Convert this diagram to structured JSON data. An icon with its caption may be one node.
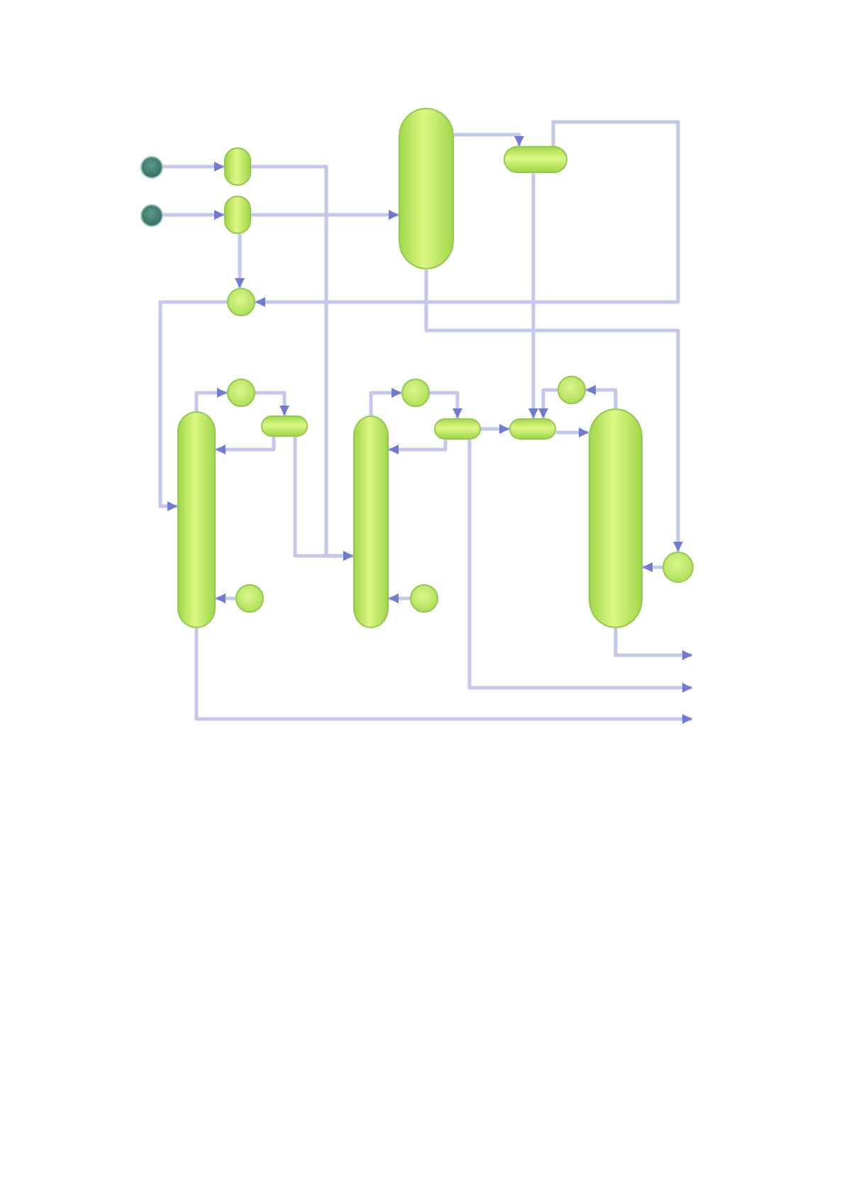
{
  "diagram": {
    "nodes": [
      {
        "text": [],
        "shape": "circle"
      },
      {
        "text": [],
        "shape": "circle"
      },
      {
        "text": [],
        "shape": "cylinder"
      },
      {
        "text": [],
        "shape": "cylinder"
      },
      {
        "text": [],
        "shape": "cylinder"
      },
      {
        "text": [],
        "shape": "cylinder"
      },
      {
        "text": [],
        "shape": "circle"
      },
      {
        "text": [],
        "shape": "cylinder"
      },
      {
        "text": [],
        "shape": "circle"
      },
      {
        "text": [],
        "shape": "cylinder"
      },
      {
        "text": [],
        "shape": "circle"
      },
      {
        "text": [],
        "shape": "cylinder"
      },
      {
        "text": [],
        "shape": "circle"
      },
      {
        "text": [],
        "shape": "cylinder"
      },
      {
        "text": [],
        "shape": "circle"
      },
      {
        "text": [],
        "shape": "cylinder"
      },
      {
        "text": [],
        "shape": "circle"
      },
      {
        "text": [],
        "shape": "cylinder"
      },
      {
        "text": [],
        "shape": "circle"
      }
    ],
    "edges": [
      {
        "from": 0,
        "to": 2,
        "arrow": "to"
      },
      {
        "from": 1,
        "to": 3,
        "arrow": "to"
      },
      {
        "from": 2,
        "to": 11,
        "arrow": "to"
      },
      {
        "from": 3,
        "to": 4,
        "arrow": "to"
      },
      {
        "from": 9,
        "to": 11,
        "arrow": "to"
      },
      {
        "from": 4,
        "to": 5,
        "arrow": "to"
      },
      {
        "from": 5,
        "to": 6,
        "arrow": "to"
      },
      {
        "from": 6,
        "to": 7,
        "arrow": "to"
      },
      {
        "from": 3,
        "to": 6,
        "arrow": "to"
      },
      {
        "from": 4,
        "to": 18,
        "arrow": "to"
      },
      {
        "from": 5,
        "to": 15,
        "arrow": "to"
      },
      {
        "from": 7,
        "to": 8,
        "arrow": "to"
      },
      {
        "from": 8,
        "to": 9,
        "arrow": "to"
      },
      {
        "from": 9,
        "to": 7,
        "arrow": "to"
      },
      {
        "from": 10,
        "to": 7,
        "arrow": "to"
      },
      {
        "from": 11,
        "to": 12,
        "arrow": "to"
      },
      {
        "from": 12,
        "to": 13,
        "arrow": "to"
      },
      {
        "from": 13,
        "to": 11,
        "arrow": "to"
      },
      {
        "from": 14,
        "to": 11,
        "arrow": "to"
      },
      {
        "from": 13,
        "to": null,
        "arrow": "to"
      },
      {
        "from": 17,
        "to": 16,
        "arrow": "to"
      },
      {
        "from": 16,
        "to": 15,
        "arrow": "to"
      },
      {
        "from": 15,
        "to": 17,
        "arrow": "to"
      },
      {
        "from": 13,
        "to": 15,
        "arrow": "to"
      },
      {
        "from": 18,
        "to": 17,
        "arrow": "to"
      },
      {
        "from": 17,
        "to": null,
        "arrow": "to"
      },
      {
        "from": 7,
        "to": null,
        "arrow": "to"
      }
    ]
  }
}
